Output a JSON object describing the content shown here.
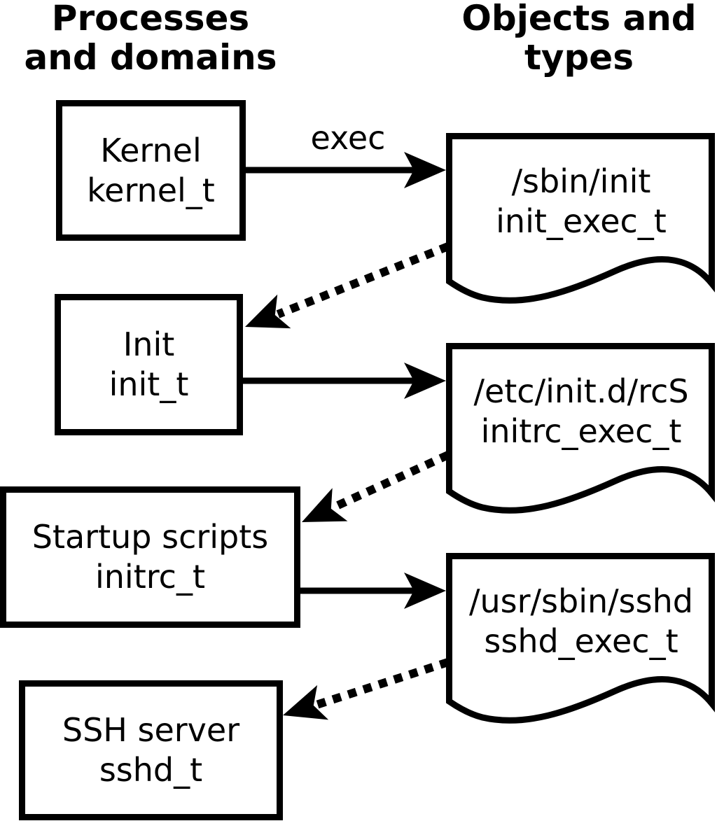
{
  "columns": {
    "left": {
      "title_lines": [
        "Processes",
        "and domains"
      ]
    },
    "right": {
      "title_lines": [
        "Objects and",
        "types"
      ]
    }
  },
  "processes": [
    {
      "label": "Kernel",
      "domain": "kernel_t"
    },
    {
      "label": "Init",
      "domain": "init_t"
    },
    {
      "label": "Startup scripts",
      "domain": "initrc_t"
    },
    {
      "label": "SSH server",
      "domain": "sshd_t"
    }
  ],
  "objects": [
    {
      "path": "/sbin/init",
      "type": "init_exec_t"
    },
    {
      "path": "/etc/init.d/rcS",
      "type": "initrc_exec_t"
    },
    {
      "path": "/usr/sbin/sshd",
      "type": "sshd_exec_t"
    }
  ],
  "edges": [
    {
      "from": "kernel_t",
      "to": "init_exec_t",
      "label": "exec",
      "style": "solid"
    },
    {
      "from": "init_exec_t",
      "to": "init_t",
      "label": "",
      "style": "dotted"
    },
    {
      "from": "init_t",
      "to": "initrc_exec_t",
      "label": "",
      "style": "solid"
    },
    {
      "from": "initrc_exec_t",
      "to": "initrc_t",
      "label": "",
      "style": "dotted"
    },
    {
      "from": "initrc_t",
      "to": "sshd_exec_t",
      "label": "",
      "style": "solid"
    },
    {
      "from": "sshd_exec_t",
      "to": "sshd_t",
      "label": "",
      "style": "dotted"
    }
  ],
  "colors": {
    "foreground": "#000000",
    "background": "#ffffff"
  }
}
